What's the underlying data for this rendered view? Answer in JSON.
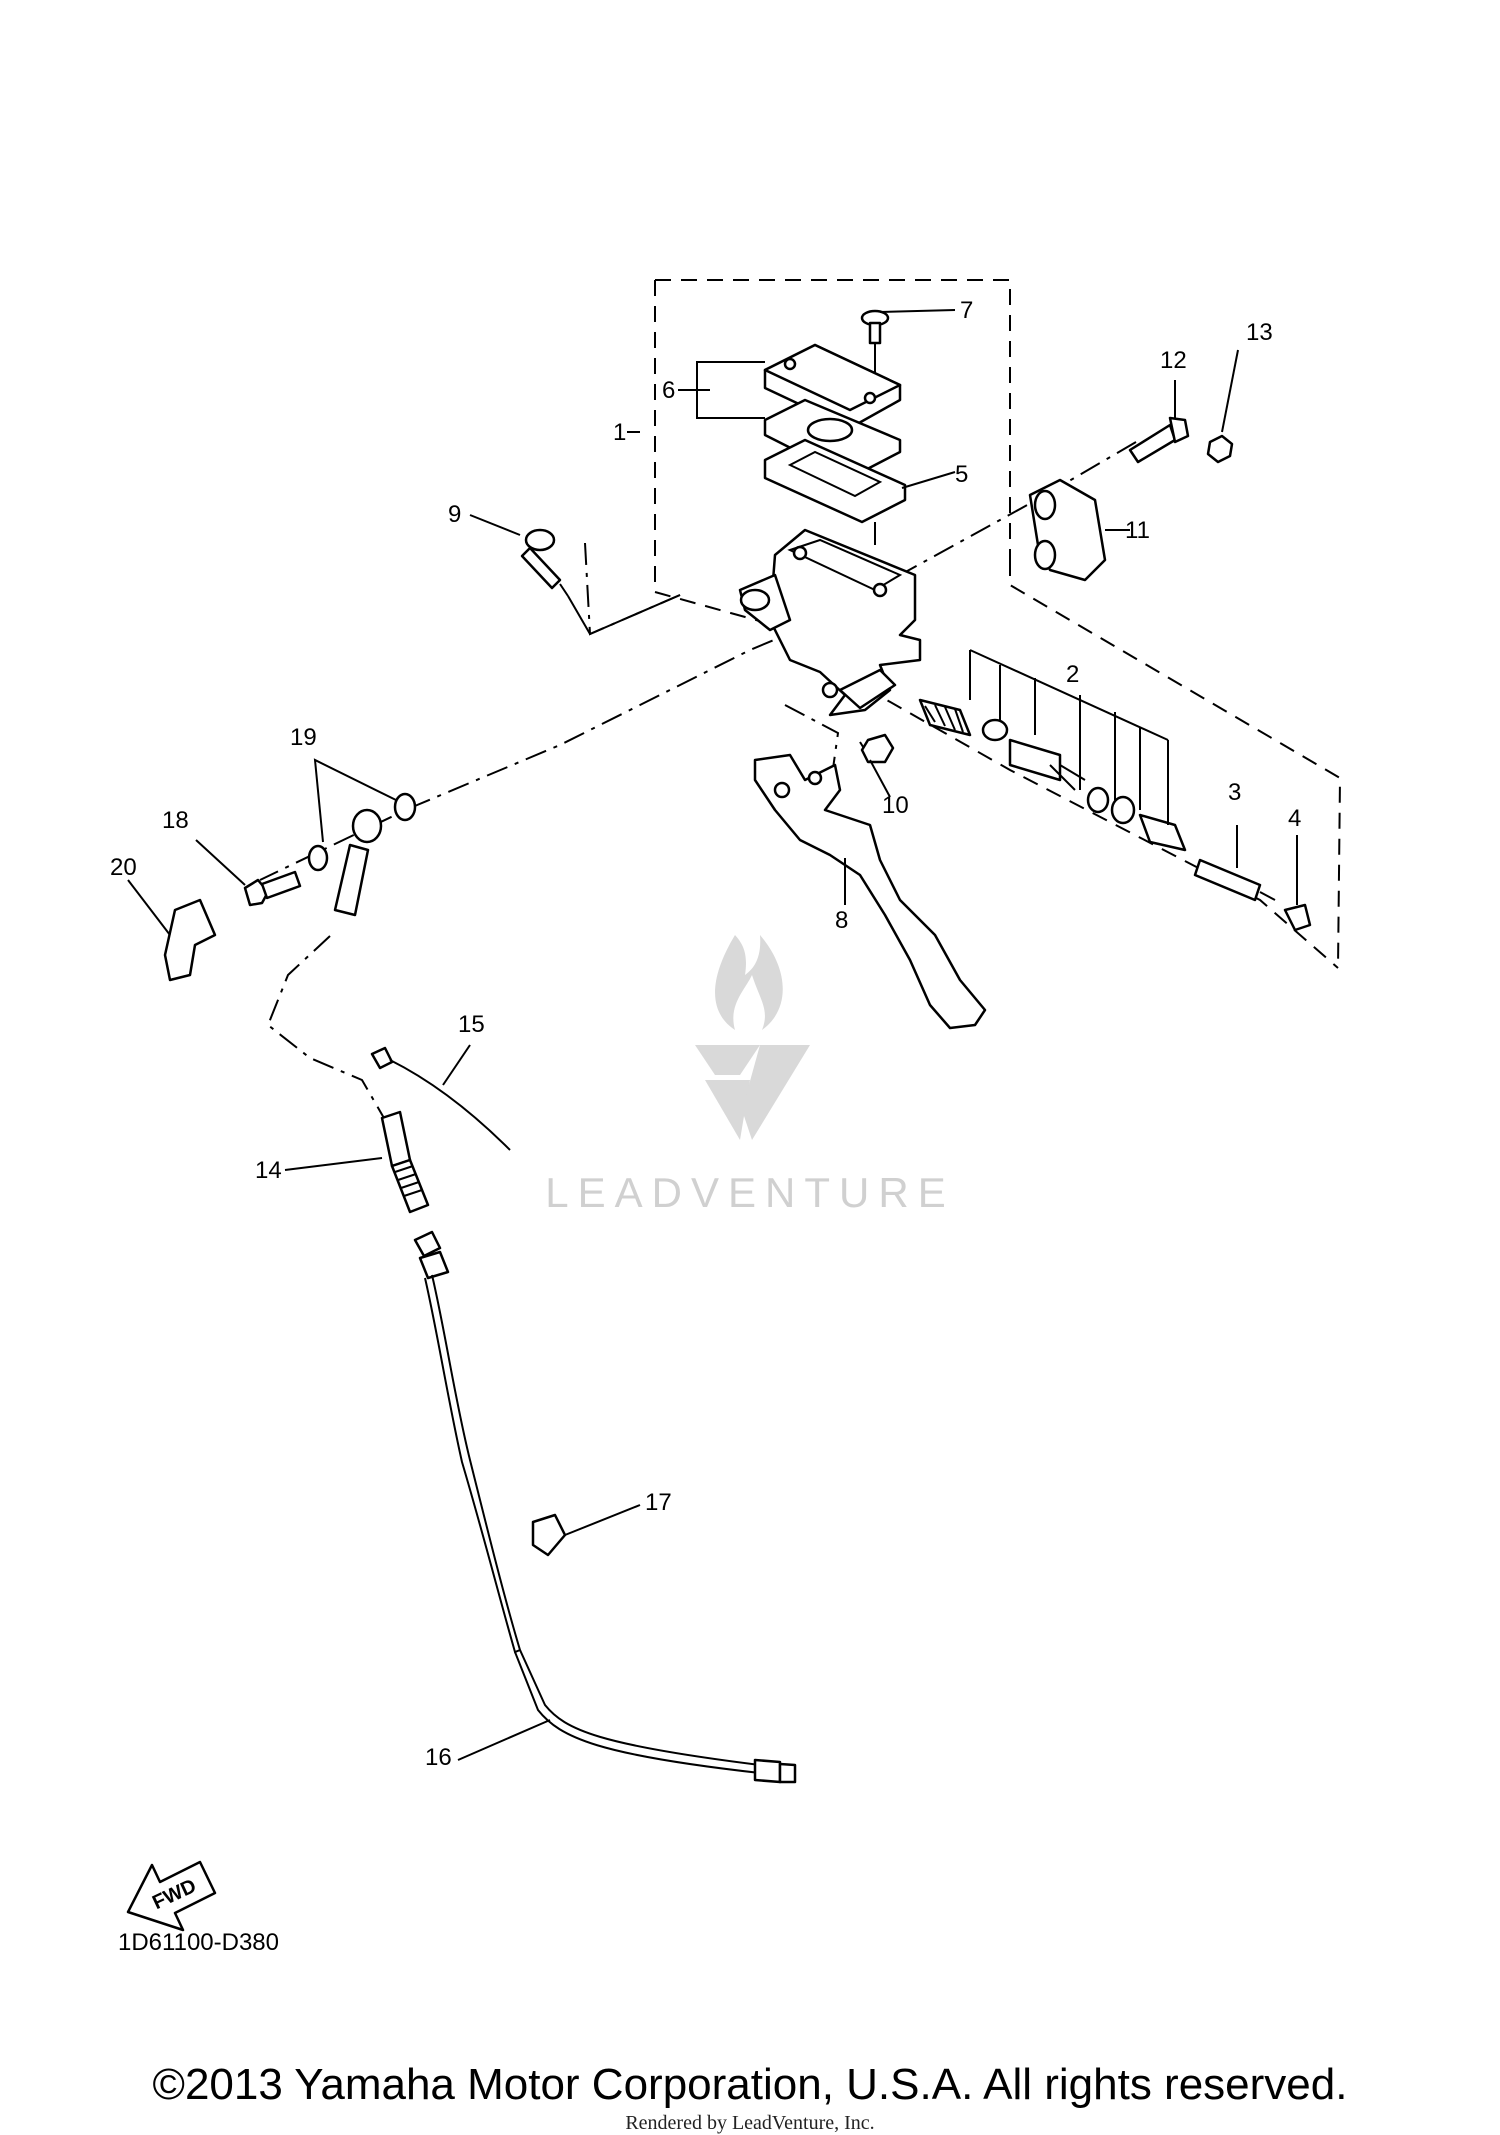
{
  "diagram": {
    "code": "1D61100-D380",
    "fwd_label": "FWD",
    "callouts": [
      {
        "id": "c1",
        "label": "1"
      },
      {
        "id": "c2",
        "label": "2"
      },
      {
        "id": "c3",
        "label": "3"
      },
      {
        "id": "c4",
        "label": "4"
      },
      {
        "id": "c5",
        "label": "5"
      },
      {
        "id": "c6",
        "label": "6"
      },
      {
        "id": "c7",
        "label": "7"
      },
      {
        "id": "c8",
        "label": "8"
      },
      {
        "id": "c9",
        "label": "9"
      },
      {
        "id": "c10",
        "label": "10"
      },
      {
        "id": "c11",
        "label": "11"
      },
      {
        "id": "c12",
        "label": "12"
      },
      {
        "id": "c13",
        "label": "13"
      },
      {
        "id": "c14",
        "label": "14"
      },
      {
        "id": "c15",
        "label": "15"
      },
      {
        "id": "c16",
        "label": "16"
      },
      {
        "id": "c17",
        "label": "17"
      },
      {
        "id": "c18",
        "label": "18"
      },
      {
        "id": "c19",
        "label": "19"
      },
      {
        "id": "c20",
        "label": "20"
      }
    ]
  },
  "watermark": {
    "text": "LEADVENTURE"
  },
  "footer": {
    "copyright": "©2013 Yamaha Motor Corporation, U.S.A. All rights reserved.",
    "rendered_by": "Rendered by LeadVenture, Inc."
  }
}
